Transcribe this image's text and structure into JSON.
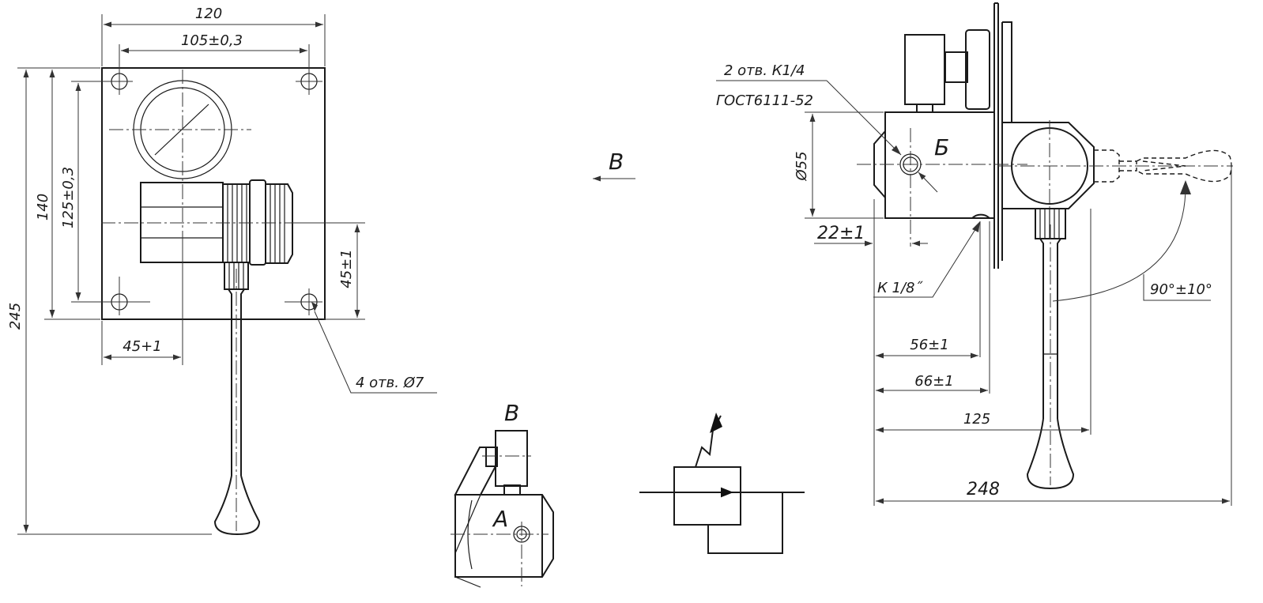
{
  "front_view": {
    "dim_width": "120",
    "dim_hole_spacing_x": "105±0,3",
    "dim_height": "140",
    "dim_hole_spacing_y": "125±0,3",
    "dim_total_height": "245",
    "dim_offset_x": "45+1",
    "dim_offset_y": "45±1",
    "note_holes": "4 отв. Ø7"
  },
  "view_arrow": {
    "label": "В"
  },
  "view_b": {
    "title": "В",
    "port_label": "А"
  },
  "side_view": {
    "note_ports_1": "2 отв. К1/4",
    "note_ports_2": "ГОСТ6111-52",
    "port_label": "Б",
    "dim_diameter": "Ø55",
    "dim_22": "22±1",
    "note_k18": "К 1/8˝",
    "dim_angle": "90°±10°",
    "dim_56": "56±1",
    "dim_66": "66±1",
    "dim_125": "125",
    "dim_248": "248"
  }
}
